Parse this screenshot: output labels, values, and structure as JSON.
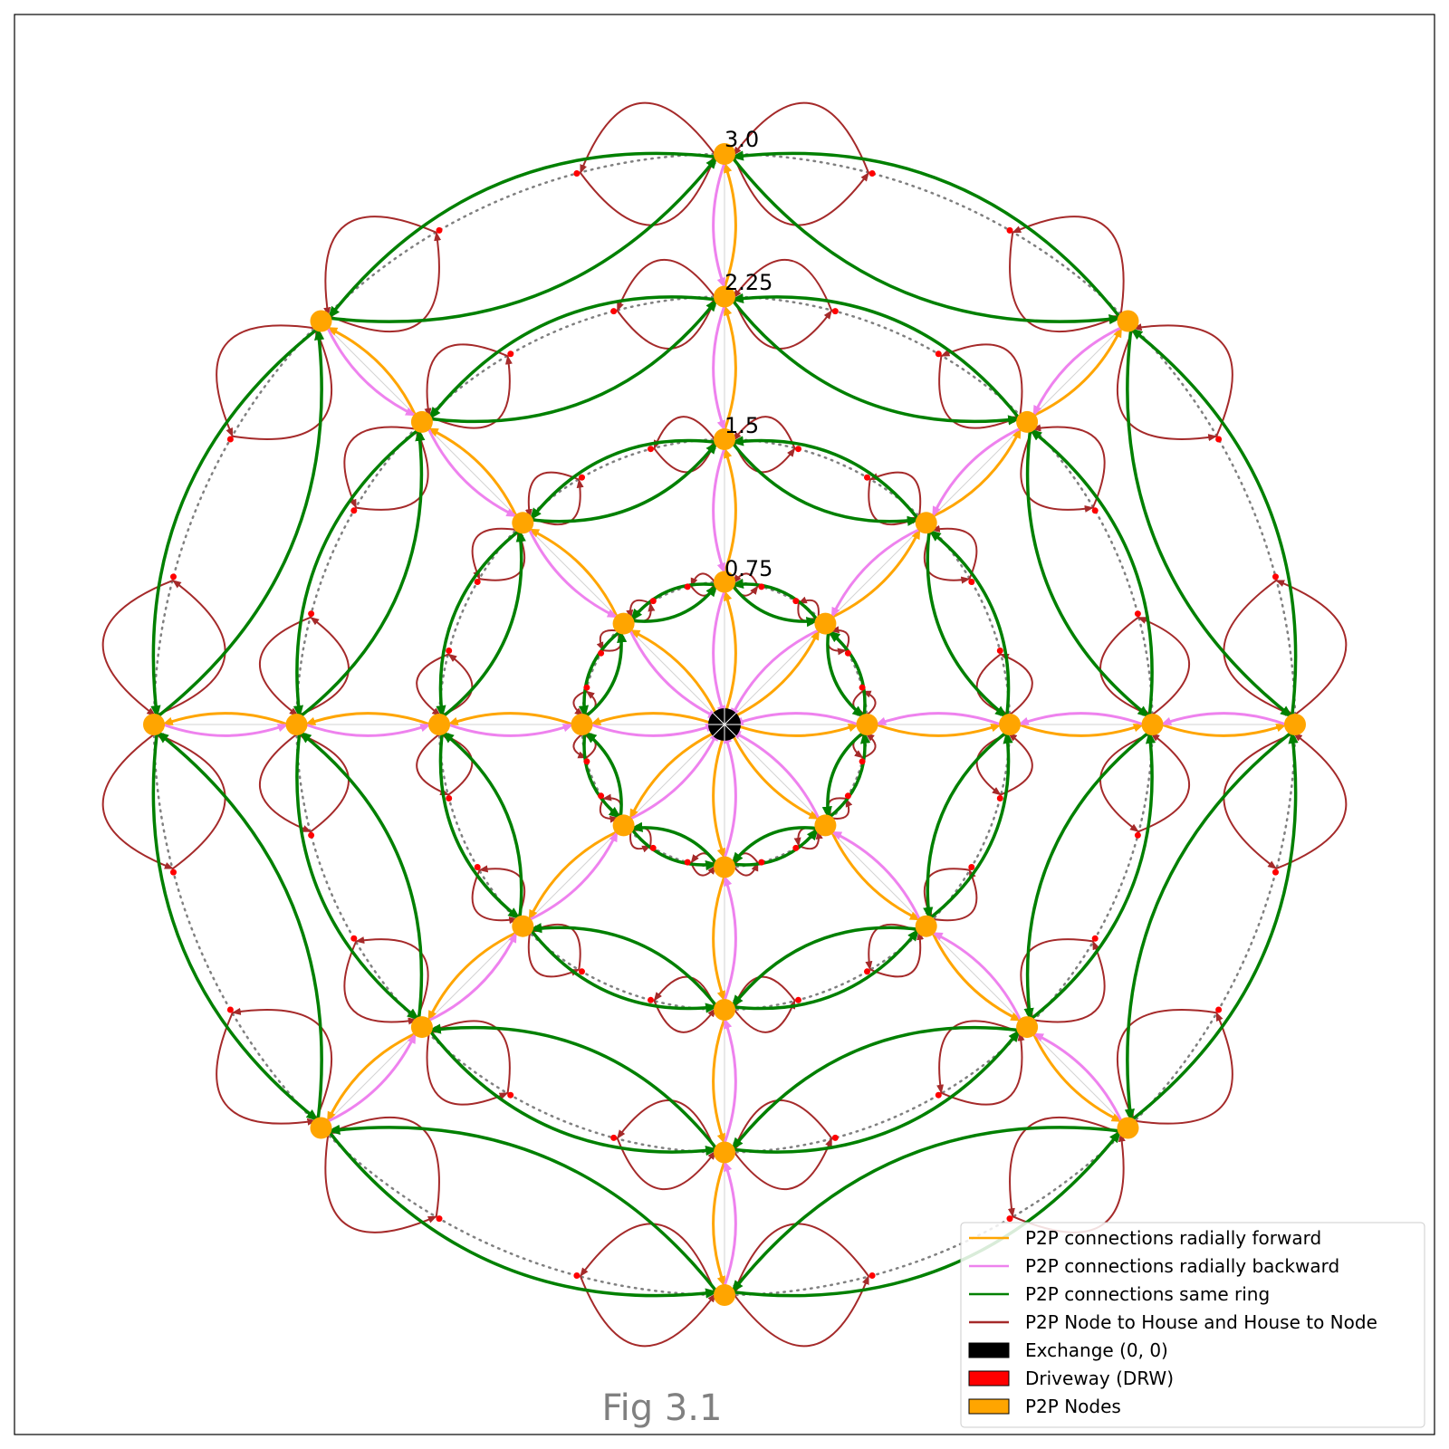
{
  "figure": {
    "caption": "Fig 3.1",
    "ring_labels": [
      "3.0",
      "2.25",
      "1.5",
      "0.75"
    ]
  },
  "network": {
    "ring_radii": [
      0.75,
      1.5,
      2.25,
      3.0
    ],
    "nodes_per_ring": 8,
    "exchange": [
      0,
      0
    ],
    "driveways_per_arc": 2
  },
  "legend": {
    "items": [
      {
        "type": "line",
        "color": "#FFA500",
        "label": "P2P connections radially forward"
      },
      {
        "type": "line",
        "color": "#EE82EE",
        "label": "P2P connections radially backward"
      },
      {
        "type": "line",
        "color": "#008000",
        "label": "P2P connections same ring"
      },
      {
        "type": "line",
        "color": "#A52A2A",
        "label": "P2P Node to House and House to Node"
      },
      {
        "type": "patch",
        "color": "#000000",
        "label": "Exchange (0, 0)"
      },
      {
        "type": "patch",
        "color": "#FF0000",
        "label": "Driveway (DRW)"
      },
      {
        "type": "patch",
        "color": "#FFA500",
        "label": "P2P Nodes"
      }
    ]
  },
  "colors": {
    "forward": "#FFA500",
    "backward": "#EE82EE",
    "same_ring": "#008000",
    "house": "#A52A2A",
    "exchange": "#000000",
    "driveway": "#FF0000",
    "node": "#FFA500",
    "ring": "#808080",
    "spoke": "#D3D3D3"
  }
}
